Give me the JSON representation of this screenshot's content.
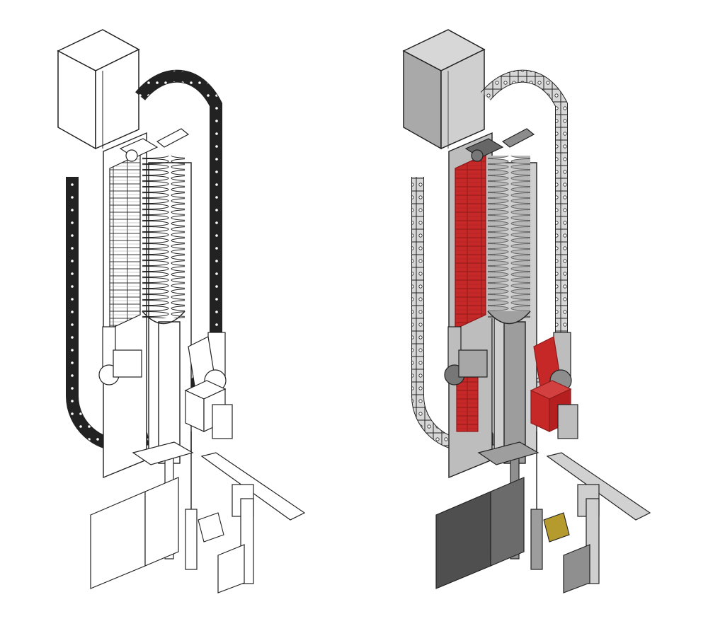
{
  "figure": {
    "views": [
      {
        "name": "line-drawing-view",
        "style": "outline"
      },
      {
        "name": "shaded-view",
        "style": "shaded"
      }
    ],
    "colors": {
      "background": "#ffffff",
      "line": "#222222",
      "light_gray": "#d7d7d7",
      "mid_gray": "#a9a9a9",
      "dark_gray": "#5c5c5c",
      "highlight_red": "#c62828",
      "highlight_red_dark": "#8f1a1a"
    },
    "icons": [
      "cable-carrier",
      "control-cabinet",
      "bellows",
      "motor",
      "gearbox",
      "guide-rail",
      "nozzle-assembly"
    ]
  }
}
